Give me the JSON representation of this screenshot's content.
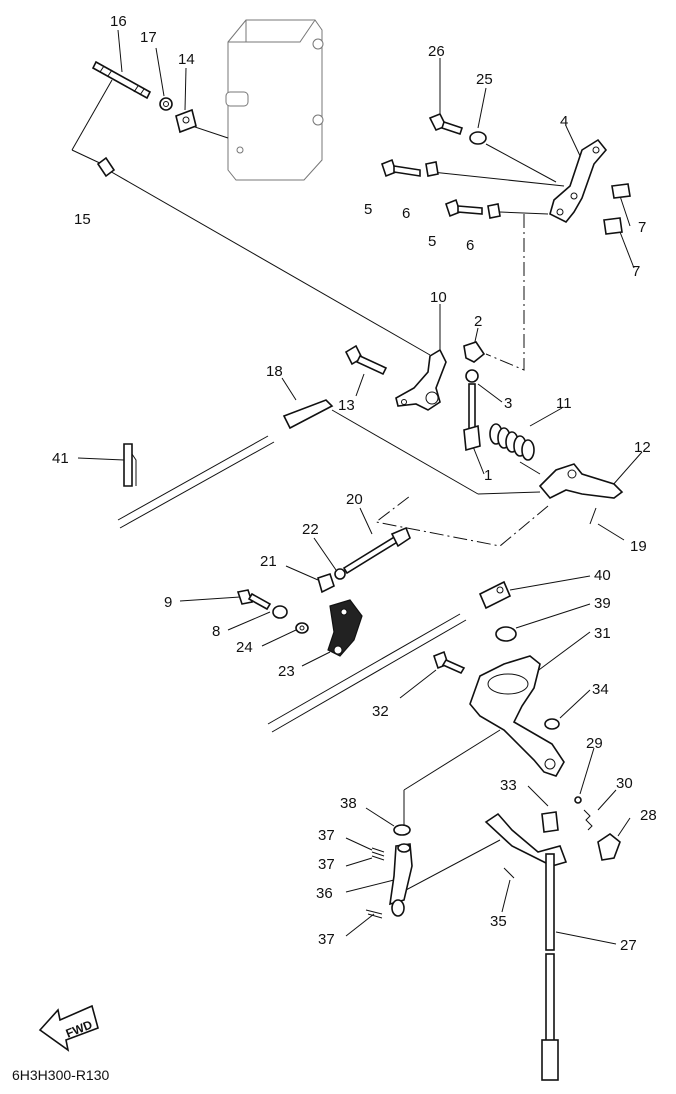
{
  "diagram": {
    "code": "6H3H300-R130",
    "fwd": "FWD",
    "labels": [
      "1",
      "2",
      "3",
      "4",
      "5",
      "5",
      "6",
      "6",
      "7",
      "7",
      "8",
      "9",
      "10",
      "11",
      "12",
      "13",
      "14",
      "15",
      "16",
      "17",
      "18",
      "19",
      "20",
      "21",
      "22",
      "23",
      "24",
      "25",
      "26",
      "27",
      "28",
      "29",
      "30",
      "31",
      "32",
      "33",
      "34",
      "35",
      "36",
      "37",
      "37",
      "37",
      "38",
      "39",
      "40",
      "41"
    ]
  }
}
